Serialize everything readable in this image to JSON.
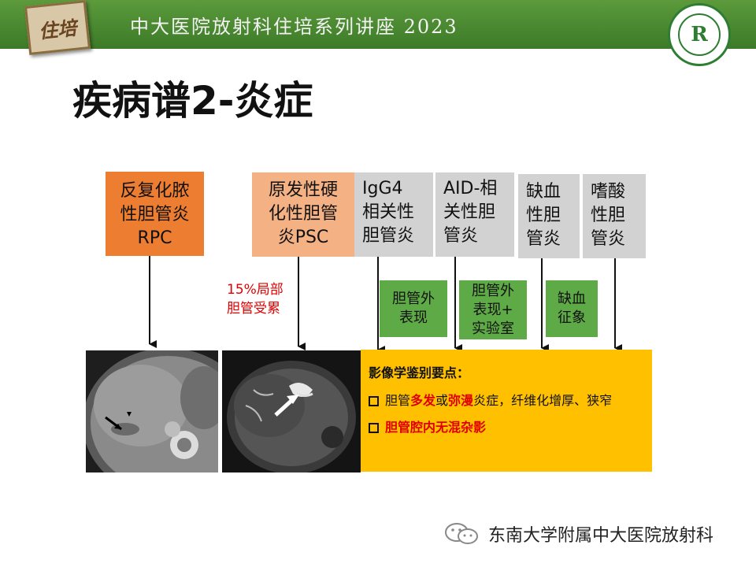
{
  "header": {
    "badge": "住培",
    "title": "中大医院放射科住培系列讲座 2023",
    "logo_icon": "hospital-logo-icon",
    "logo_mark": "R"
  },
  "slide": {
    "title": "疾病谱2-炎症",
    "boxes": {
      "rpc": [
        "反复化脓",
        "性胆管炎",
        "RPC"
      ],
      "psc": [
        "原发性硬",
        "化性胆管",
        "炎PSC"
      ],
      "igg4": [
        "IgG4",
        "相关性",
        "胆管炎"
      ],
      "aid": [
        "AID-相",
        "关性胆",
        "管炎"
      ],
      "ischemic": [
        "缺血",
        "性胆",
        "管炎"
      ],
      "eosinophilic": [
        "嗜酸",
        "性胆",
        "管炎"
      ]
    },
    "green_boxes": {
      "g1": [
        "胆管外",
        "表现"
      ],
      "g2": [
        "胆管外",
        "表现+",
        "实验室"
      ],
      "g3": [
        "缺血",
        "征象"
      ]
    },
    "psc_note": [
      "15%局部",
      "胆管受累"
    ],
    "key_points": {
      "heading": "影像学鉴别要点：",
      "item1": {
        "pre": "胆管",
        "red1": "多发",
        "mid": "或",
        "red2": "弥漫",
        "post": "炎症，纤维化增厚、狭窄"
      },
      "item2": "胆管腔内无混杂影"
    }
  },
  "footer": {
    "icon": "wechat-icon",
    "text": "东南大学附属中大医院放射科"
  },
  "colors": {
    "header_green": "#4a8a32",
    "rpc_orange": "#ed7d31",
    "psc_peach": "#f4b183",
    "gray": "#d2d2d2",
    "green": "#5eaa46",
    "yellow": "#ffc000",
    "red": "#e00000"
  }
}
